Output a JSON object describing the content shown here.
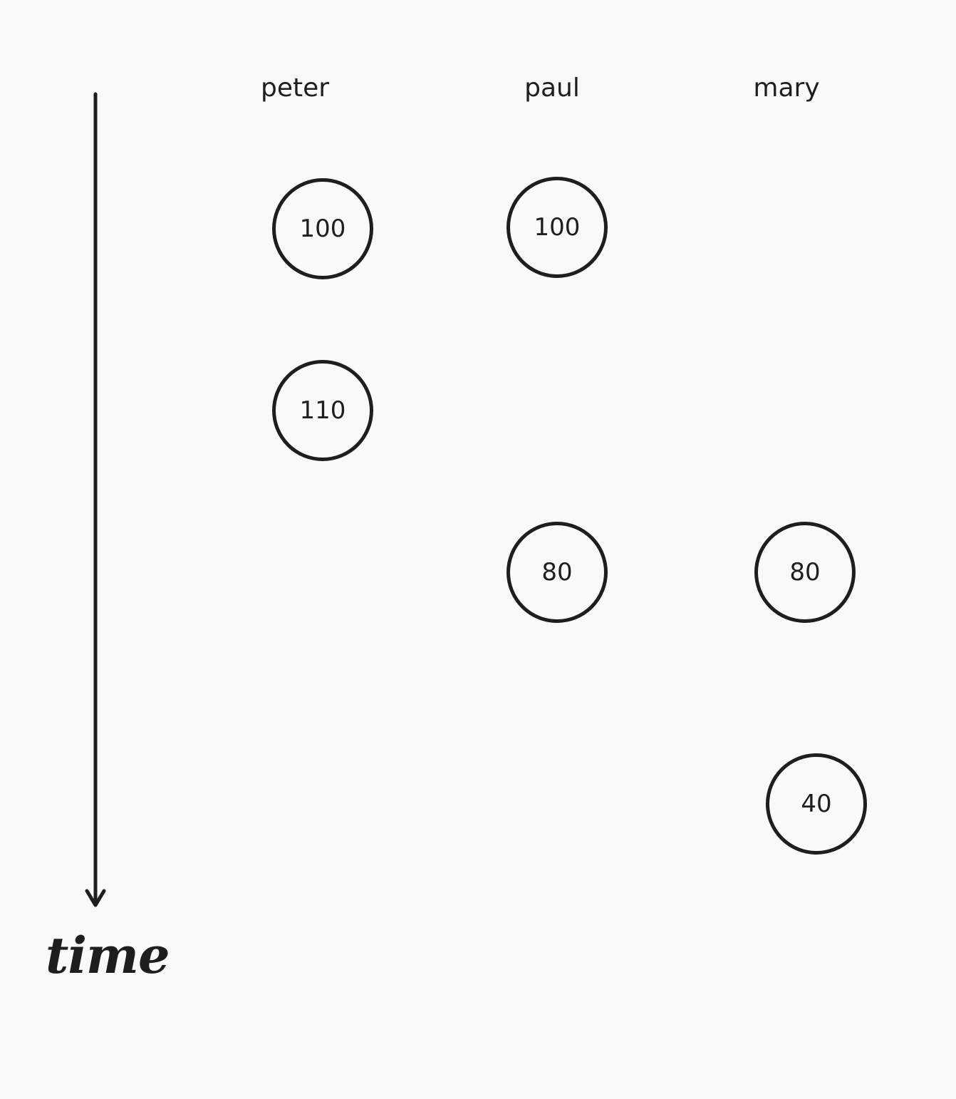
{
  "columns": {
    "peter": "peter",
    "paul": "paul",
    "mary": "mary"
  },
  "nodes": {
    "peter_1": "100",
    "peter_2": "110",
    "paul_1": "100",
    "paul_2": "80",
    "mary_1": "80",
    "mary_2": "40"
  },
  "axis": {
    "label": "time"
  },
  "colors": {
    "background": "#f8f9fa",
    "stroke": "#1e1e1e"
  }
}
